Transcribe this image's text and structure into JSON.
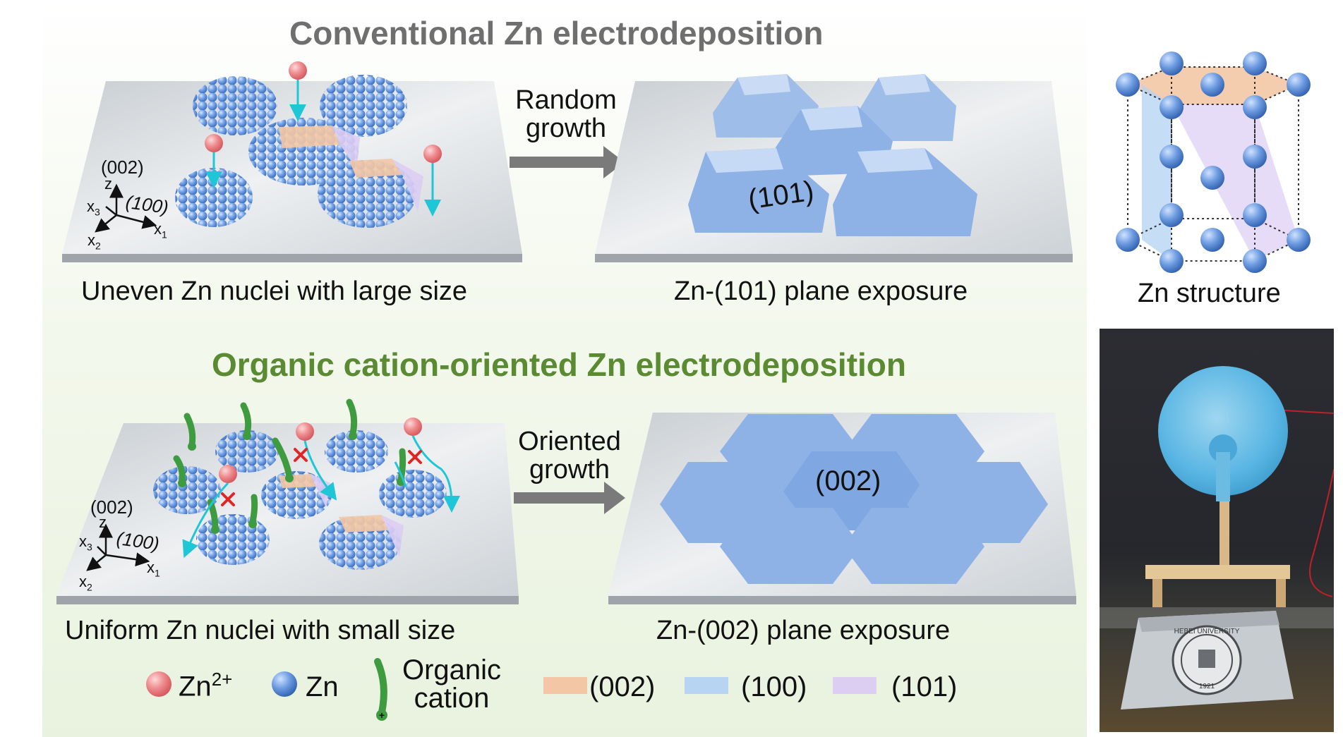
{
  "top": {
    "title": "Conventional Zn electrodeposition",
    "arrow_label_line1": "Random",
    "arrow_label_line2": "growth",
    "left_caption": "Uneven Zn nuclei with large size",
    "right_caption": "Zn-(101) plane exposure",
    "plane_label": "(101)",
    "axes": {
      "z_plane": "(002)",
      "x1_plane": "(100)",
      "z": "z",
      "x1": "x",
      "x1_sub": "1",
      "x2": "x",
      "x2_sub": "2",
      "x3": "x",
      "x3_sub": "3"
    }
  },
  "bottom": {
    "title": "Organic cation-oriented Zn electrodeposition",
    "arrow_label_line1": "Oriented",
    "arrow_label_line2": "growth",
    "left_caption": "Uniform Zn nuclei with small size",
    "right_caption": "Zn-(002) plane exposure",
    "plane_label": "(002)",
    "axes": {
      "z_plane": "(002)",
      "x1_plane": "(100)",
      "z": "z",
      "x1": "x",
      "x1_sub": "1",
      "x2": "x",
      "x2_sub": "2",
      "x3": "x",
      "x3_sub": "3"
    }
  },
  "structure": {
    "caption": "Zn structure"
  },
  "photo": {
    "stamp_text": "HEBEI UNIVERSITY",
    "stamp_year": "1921"
  },
  "legend": {
    "zn_ion": "Zn",
    "zn_ion_sup": "2+",
    "zn": "Zn",
    "organic_line1": "Organic",
    "organic_line2": "cation",
    "plane_002": "(002)",
    "plane_100": "(100)",
    "plane_101": "(101)"
  },
  "colors": {
    "zn_ion": "#e8868a",
    "zn_atom": "#5b8fd6",
    "cation": "#3f9b3f",
    "arrow_cyan": "#1fc7d6",
    "plane_002": "#f3c7a5",
    "plane_100": "#b7d4f2",
    "plane_101": "#dccdf3",
    "green_bg": "#eef5e4"
  }
}
